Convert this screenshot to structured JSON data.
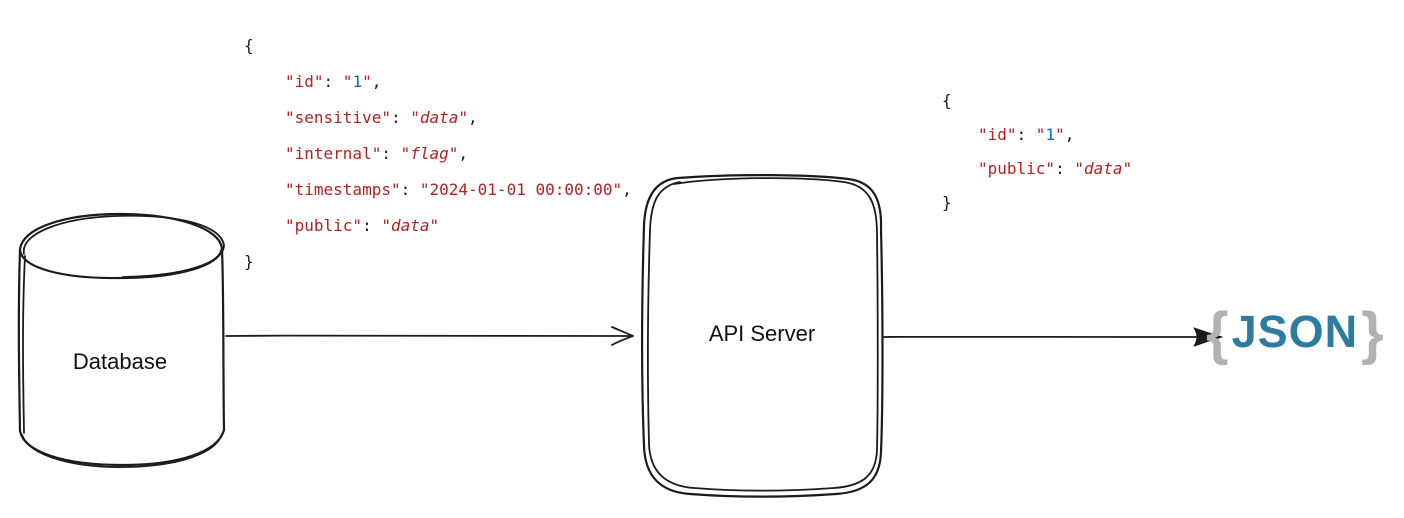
{
  "colors": {
    "code_key": "#b22222",
    "code_string": "#b22222",
    "code_number": "#1269c2",
    "code_punctuation": "#1a1a1a",
    "shape_stroke": "#1b1b1b",
    "json_logo_text": "#2b7c9e",
    "json_logo_braces": "#b2b2b2"
  },
  "nodes": {
    "database": {
      "label": "Database"
    },
    "api_server": {
      "label": "API Server"
    }
  },
  "json_logo": {
    "open_brace": "{",
    "text": "JSON",
    "close_brace": "}"
  },
  "code_blocks": {
    "db_record": {
      "open_brace": "{",
      "close_brace": "}",
      "lines": [
        {
          "key": "id",
          "value": "1",
          "value_type": "number",
          "trailing": ","
        },
        {
          "key": "sensitive",
          "value": "data",
          "value_type": "string",
          "trailing": ","
        },
        {
          "key": "internal",
          "value": "flag",
          "value_type": "string",
          "trailing": ","
        },
        {
          "key": "timestamps",
          "value": "2024-01-01 00:00:00",
          "value_type": "datetime",
          "trailing": ","
        },
        {
          "key": "public",
          "value": "data",
          "value_type": "string",
          "trailing": ""
        }
      ]
    },
    "api_response": {
      "open_brace": "{",
      "close_brace": "}",
      "lines": [
        {
          "key": "id",
          "value": "1",
          "value_type": "number",
          "trailing": ","
        },
        {
          "key": "public",
          "value": "data",
          "value_type": "string",
          "trailing": ""
        }
      ]
    }
  }
}
